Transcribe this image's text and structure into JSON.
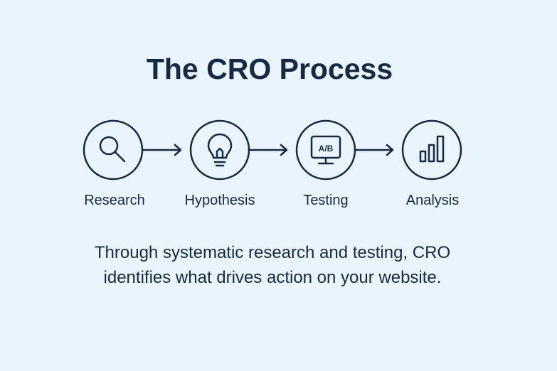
{
  "title": "The CRO Process",
  "steps": [
    {
      "label": "Research",
      "icon": "magnifier-icon"
    },
    {
      "label": "Hypothesis",
      "icon": "lightbulb-icon"
    },
    {
      "label": "Testing",
      "icon": "ab-monitor-icon",
      "icon_text": "A/B"
    },
    {
      "label": "Analysis",
      "icon": "bar-chart-icon"
    }
  ],
  "description": "Through systematic research and testing, CRO identifies what drives action on your website.",
  "colors": {
    "background": "#e9f4fc",
    "ink": "#172a45"
  }
}
